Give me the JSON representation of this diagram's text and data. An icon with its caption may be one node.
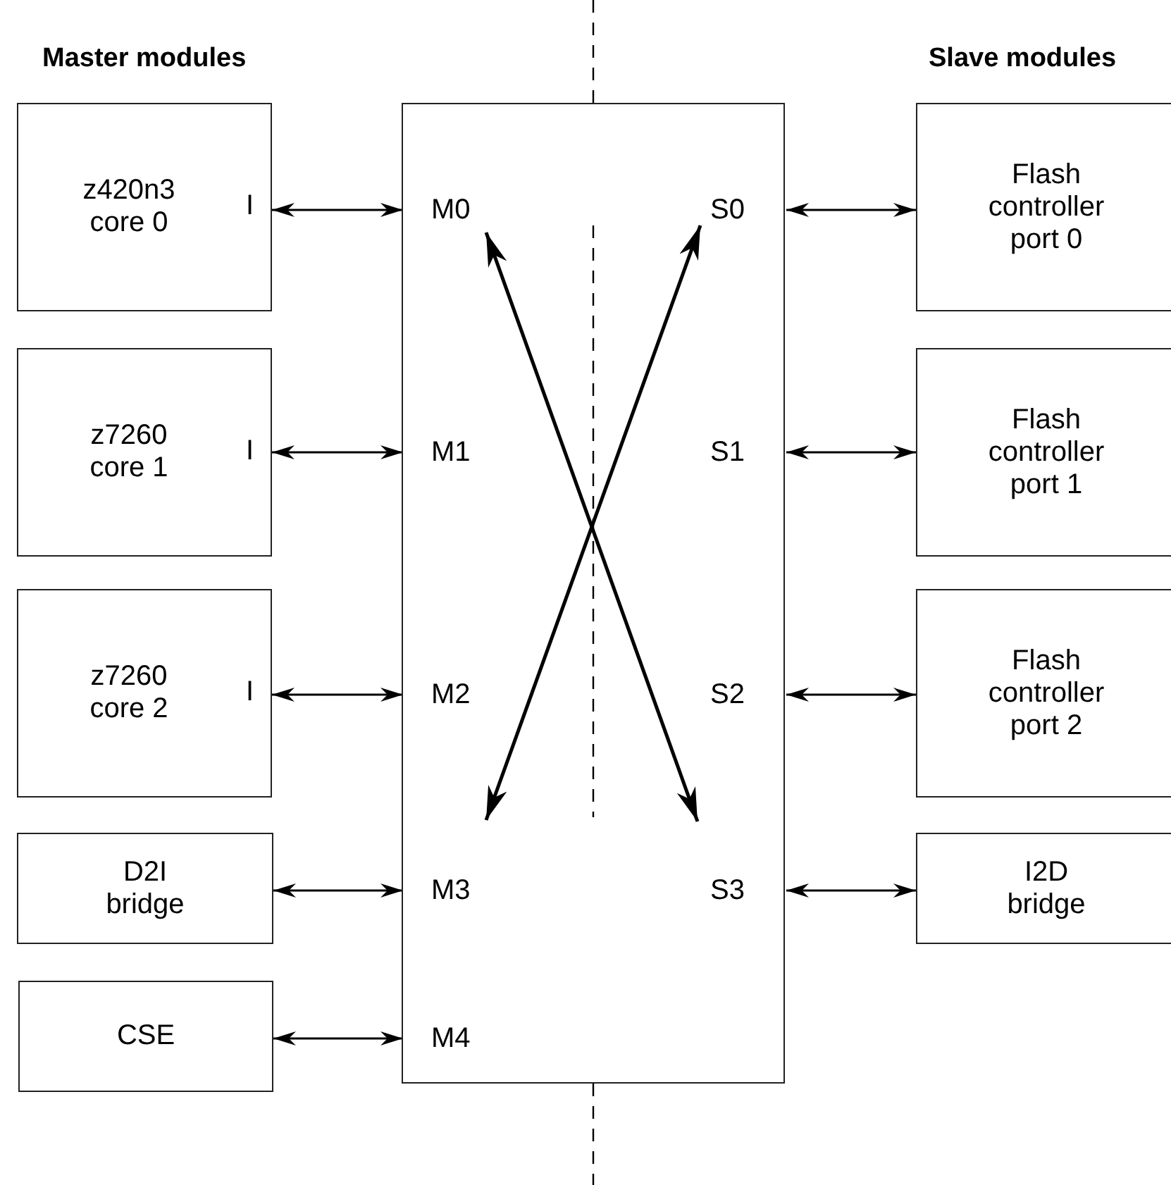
{
  "diagram": {
    "nodes": [
      {
        "text": [
          "z420n3 core 0",
          "I"
        ]
      },
      {
        "text": [
          "z7260 core 1",
          "I"
        ]
      },
      {
        "text": [
          "z7260 core 2",
          "I"
        ]
      },
      {
        "text": [
          "D2I bridge"
        ]
      },
      {
        "text": [
          "CSE"
        ]
      },
      {
        "text": [],
        "shape": "box"
      },
      {
        "text": [
          "M0"
        ],
        "in": 5
      },
      {
        "text": [
          "M1"
        ],
        "in": 5
      },
      {
        "text": [
          "M2"
        ],
        "in": 5
      },
      {
        "text": [
          "M3"
        ],
        "in": 5
      },
      {
        "text": [
          "M4"
        ],
        "in": 5
      },
      {
        "text": [
          "S0"
        ],
        "in": 5
      },
      {
        "text": [
          "S1"
        ],
        "in": 5
      },
      {
        "text": [
          "S2"
        ],
        "in": 5
      },
      {
        "text": [
          "S3"
        ],
        "in": 5
      },
      {
        "text": [
          "Flash controller port 0"
        ]
      },
      {
        "text": [
          "Flash controller port 1"
        ]
      },
      {
        "text": [
          "Flash controller port 2"
        ]
      },
      {
        "text": [
          "I2D bridge"
        ]
      }
    ],
    "edges": [
      {
        "from": 0,
        "to": 6,
        "arrow": "both"
      },
      {
        "from": 1,
        "to": 7,
        "arrow": "both"
      },
      {
        "from": 2,
        "to": 8,
        "arrow": "both"
      },
      {
        "from": 3,
        "to": 9,
        "arrow": "both"
      },
      {
        "from": 4,
        "to": 10,
        "arrow": "both"
      },
      {
        "from": 11,
        "to": 15,
        "arrow": "both"
      },
      {
        "from": 12,
        "to": 16,
        "arrow": "both"
      },
      {
        "from": 13,
        "to": 17,
        "arrow": "both"
      },
      {
        "from": 14,
        "to": 18,
        "arrow": "both"
      }
    ],
    "labels": [
      "Master modules",
      "Slave modules"
    ]
  }
}
